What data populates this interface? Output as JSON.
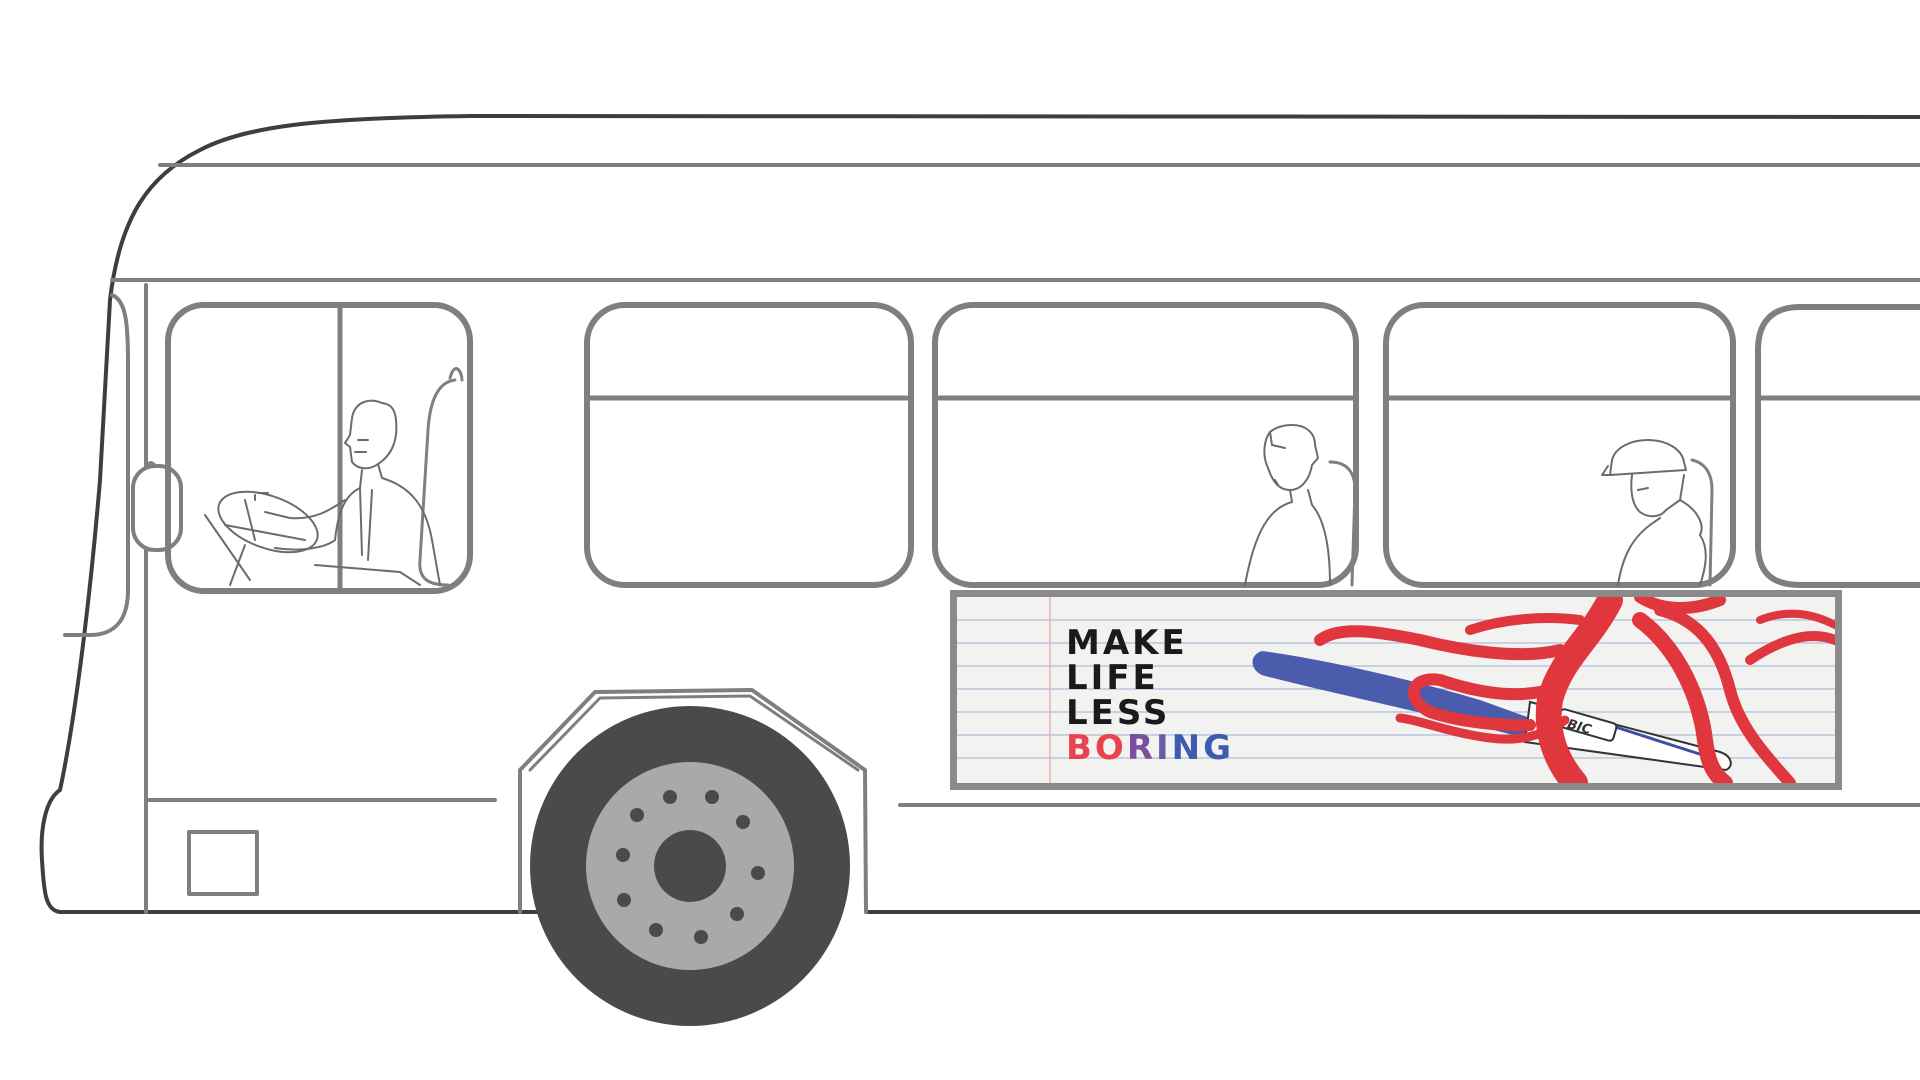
{
  "ad": {
    "line1": "MAKE",
    "line2": "LIFE",
    "line3": "LESS",
    "line4_chars": [
      "B",
      "O",
      "R",
      "I",
      "N",
      "G"
    ],
    "line4_colors": [
      "#e8434f",
      "#e8434f",
      "#7a4fa0",
      "#6a5aa8",
      "#3f5bb0",
      "#3f5bb0"
    ],
    "pen_brand": "BIC"
  },
  "colors": {
    "bus_outline": "#7f7f7f",
    "bus_outline_dark": "#3e3e3e",
    "tire": "#4a4a4a",
    "rim": "#a9a9a9",
    "octopus": "#e0373f",
    "pen_blue": "#3d4fa6",
    "text_black": "#1a1a1a"
  },
  "icons": {
    "wheel": "wheel-icon",
    "mirror": "side-mirror-icon"
  }
}
